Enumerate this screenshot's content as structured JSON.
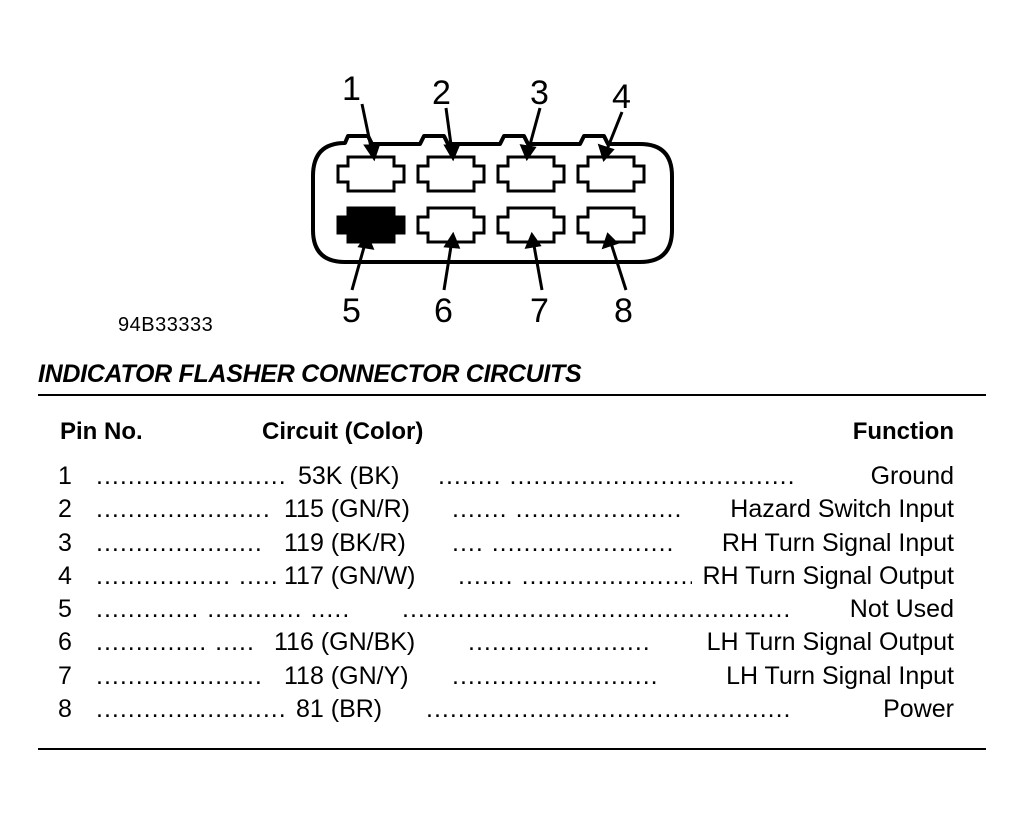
{
  "diagram": {
    "pins_top": [
      "1",
      "2",
      "3",
      "4"
    ],
    "pins_bottom": [
      "5",
      "6",
      "7",
      "8"
    ],
    "reference_code": "94B33333"
  },
  "title": "INDICATOR FLASHER CONNECTOR CIRCUITS",
  "table": {
    "headers": {
      "pin": "Pin No.",
      "circuit": "Circuit (Color)",
      "function": "Function"
    },
    "rows": [
      {
        "pin": "1",
        "circuit": "53K (BK)",
        "function": "Ground"
      },
      {
        "pin": "2",
        "circuit": "115 (GN/R)",
        "function": "Hazard Switch Input"
      },
      {
        "pin": "3",
        "circuit": "119 (BK/R)",
        "function": "RH Turn Signal Input"
      },
      {
        "pin": "4",
        "circuit": "117 (GN/W)",
        "function": "RH Turn Signal Output"
      },
      {
        "pin": "5",
        "circuit": "",
        "function": "Not Used"
      },
      {
        "pin": "6",
        "circuit": "116 (GN/BK)",
        "function": "LH Turn Signal Output"
      },
      {
        "pin": "7",
        "circuit": "118 (GN/Y)",
        "function": "LH Turn Signal Input"
      },
      {
        "pin": "8",
        "circuit": "81 (BR)",
        "function": "Power"
      }
    ]
  }
}
